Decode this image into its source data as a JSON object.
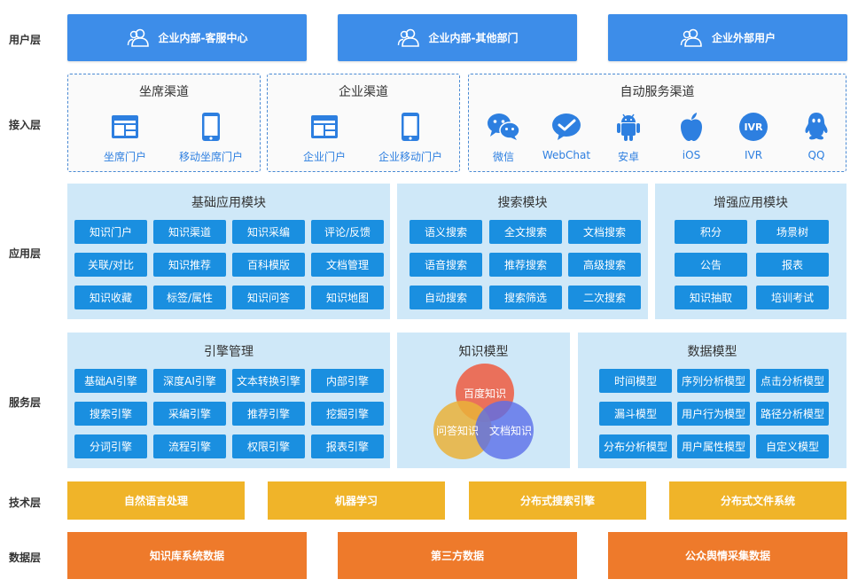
{
  "layers": {
    "user": "用户层",
    "access": "接入层",
    "app": "应用层",
    "service": "服务层",
    "tech": "技术层",
    "data": "数据层"
  },
  "user_layer": [
    {
      "label": "企业内部-客服中心",
      "icon": "users-icon"
    },
    {
      "label": "企业内部-其他部门",
      "icon": "users-icon"
    },
    {
      "label": "企业外部用户",
      "icon": "users-icon"
    }
  ],
  "access_layer": {
    "agent": {
      "title": "坐席渠道",
      "items": [
        {
          "label": "坐席门户",
          "icon": "portal-icon"
        },
        {
          "label": "移动坐席门户",
          "icon": "mobile-icon"
        }
      ]
    },
    "enterprise": {
      "title": "企业渠道",
      "items": [
        {
          "label": "企业门户",
          "icon": "portal-icon"
        },
        {
          "label": "企业移动门户",
          "icon": "mobile-icon"
        }
      ]
    },
    "auto": {
      "title": "自动服务渠道",
      "items": [
        {
          "label": "微信",
          "icon": "wechat-icon"
        },
        {
          "label": "WebChat",
          "icon": "webchat-icon"
        },
        {
          "label": "安卓",
          "icon": "android-icon"
        },
        {
          "label": "iOS",
          "icon": "apple-icon"
        },
        {
          "label": "IVR",
          "icon": "ivr-icon",
          "badge": "IVR"
        },
        {
          "label": "QQ",
          "icon": "qq-icon"
        }
      ]
    }
  },
  "app_layer": {
    "basic": {
      "title": "基础应用模块",
      "chips": [
        "知识门户",
        "知识渠道",
        "知识采编",
        "评论/反馈",
        "关联/对比",
        "知识推荐",
        "百科模版",
        "文档管理",
        "知识收藏",
        "标签/属性",
        "知识问答",
        "知识地图"
      ]
    },
    "search": {
      "title": "搜索模块",
      "chips": [
        "语义搜索",
        "全文搜索",
        "文档搜索",
        "语音搜索",
        "推荐搜索",
        "高级搜索",
        "自动搜索",
        "搜索筛选",
        "二次搜索"
      ]
    },
    "enhanced": {
      "title": "增强应用模块",
      "chips": [
        "积分",
        "场景树",
        "公告",
        "报表",
        "知识抽取",
        "培训考试"
      ]
    }
  },
  "service_layer": {
    "engine": {
      "title": "引擎管理",
      "chips": [
        "基础AI引擎",
        "深度AI引擎",
        "文本转换引擎",
        "内部引擎",
        "搜索引擎",
        "采编引擎",
        "推荐引擎",
        "挖掘引擎",
        "分词引擎",
        "流程引擎",
        "权限引擎",
        "报表引擎"
      ]
    },
    "knowledge": {
      "title": "知识模型",
      "circles": [
        "百度知识",
        "问答知识",
        "文档知识"
      ],
      "colors": [
        "#ee5a3f",
        "#eab13a",
        "#5a6ee8"
      ]
    },
    "datamodel": {
      "title": "数据模型",
      "chips": [
        "时间模型",
        "序列分析模型",
        "点击分析模型",
        "漏斗模型",
        "用户行为模型",
        "路径分析模型",
        "分布分析模型",
        "用户属性模型",
        "自定义模型"
      ]
    }
  },
  "tech_layer": [
    "自然语言处理",
    "机器学习",
    "分布式搜索引擎",
    "分布式文件系统"
  ],
  "data_layer": [
    "知识库系统数据",
    "第三方数据",
    "公众舆情采集数据"
  ],
  "colors": {
    "user": "#3d8de9",
    "module_bg": "#cfe8f8",
    "chip": "#1a8fe0",
    "tech": "#f0b429",
    "data": "#ee7a2b",
    "channel_text": "#2d7fe0"
  }
}
